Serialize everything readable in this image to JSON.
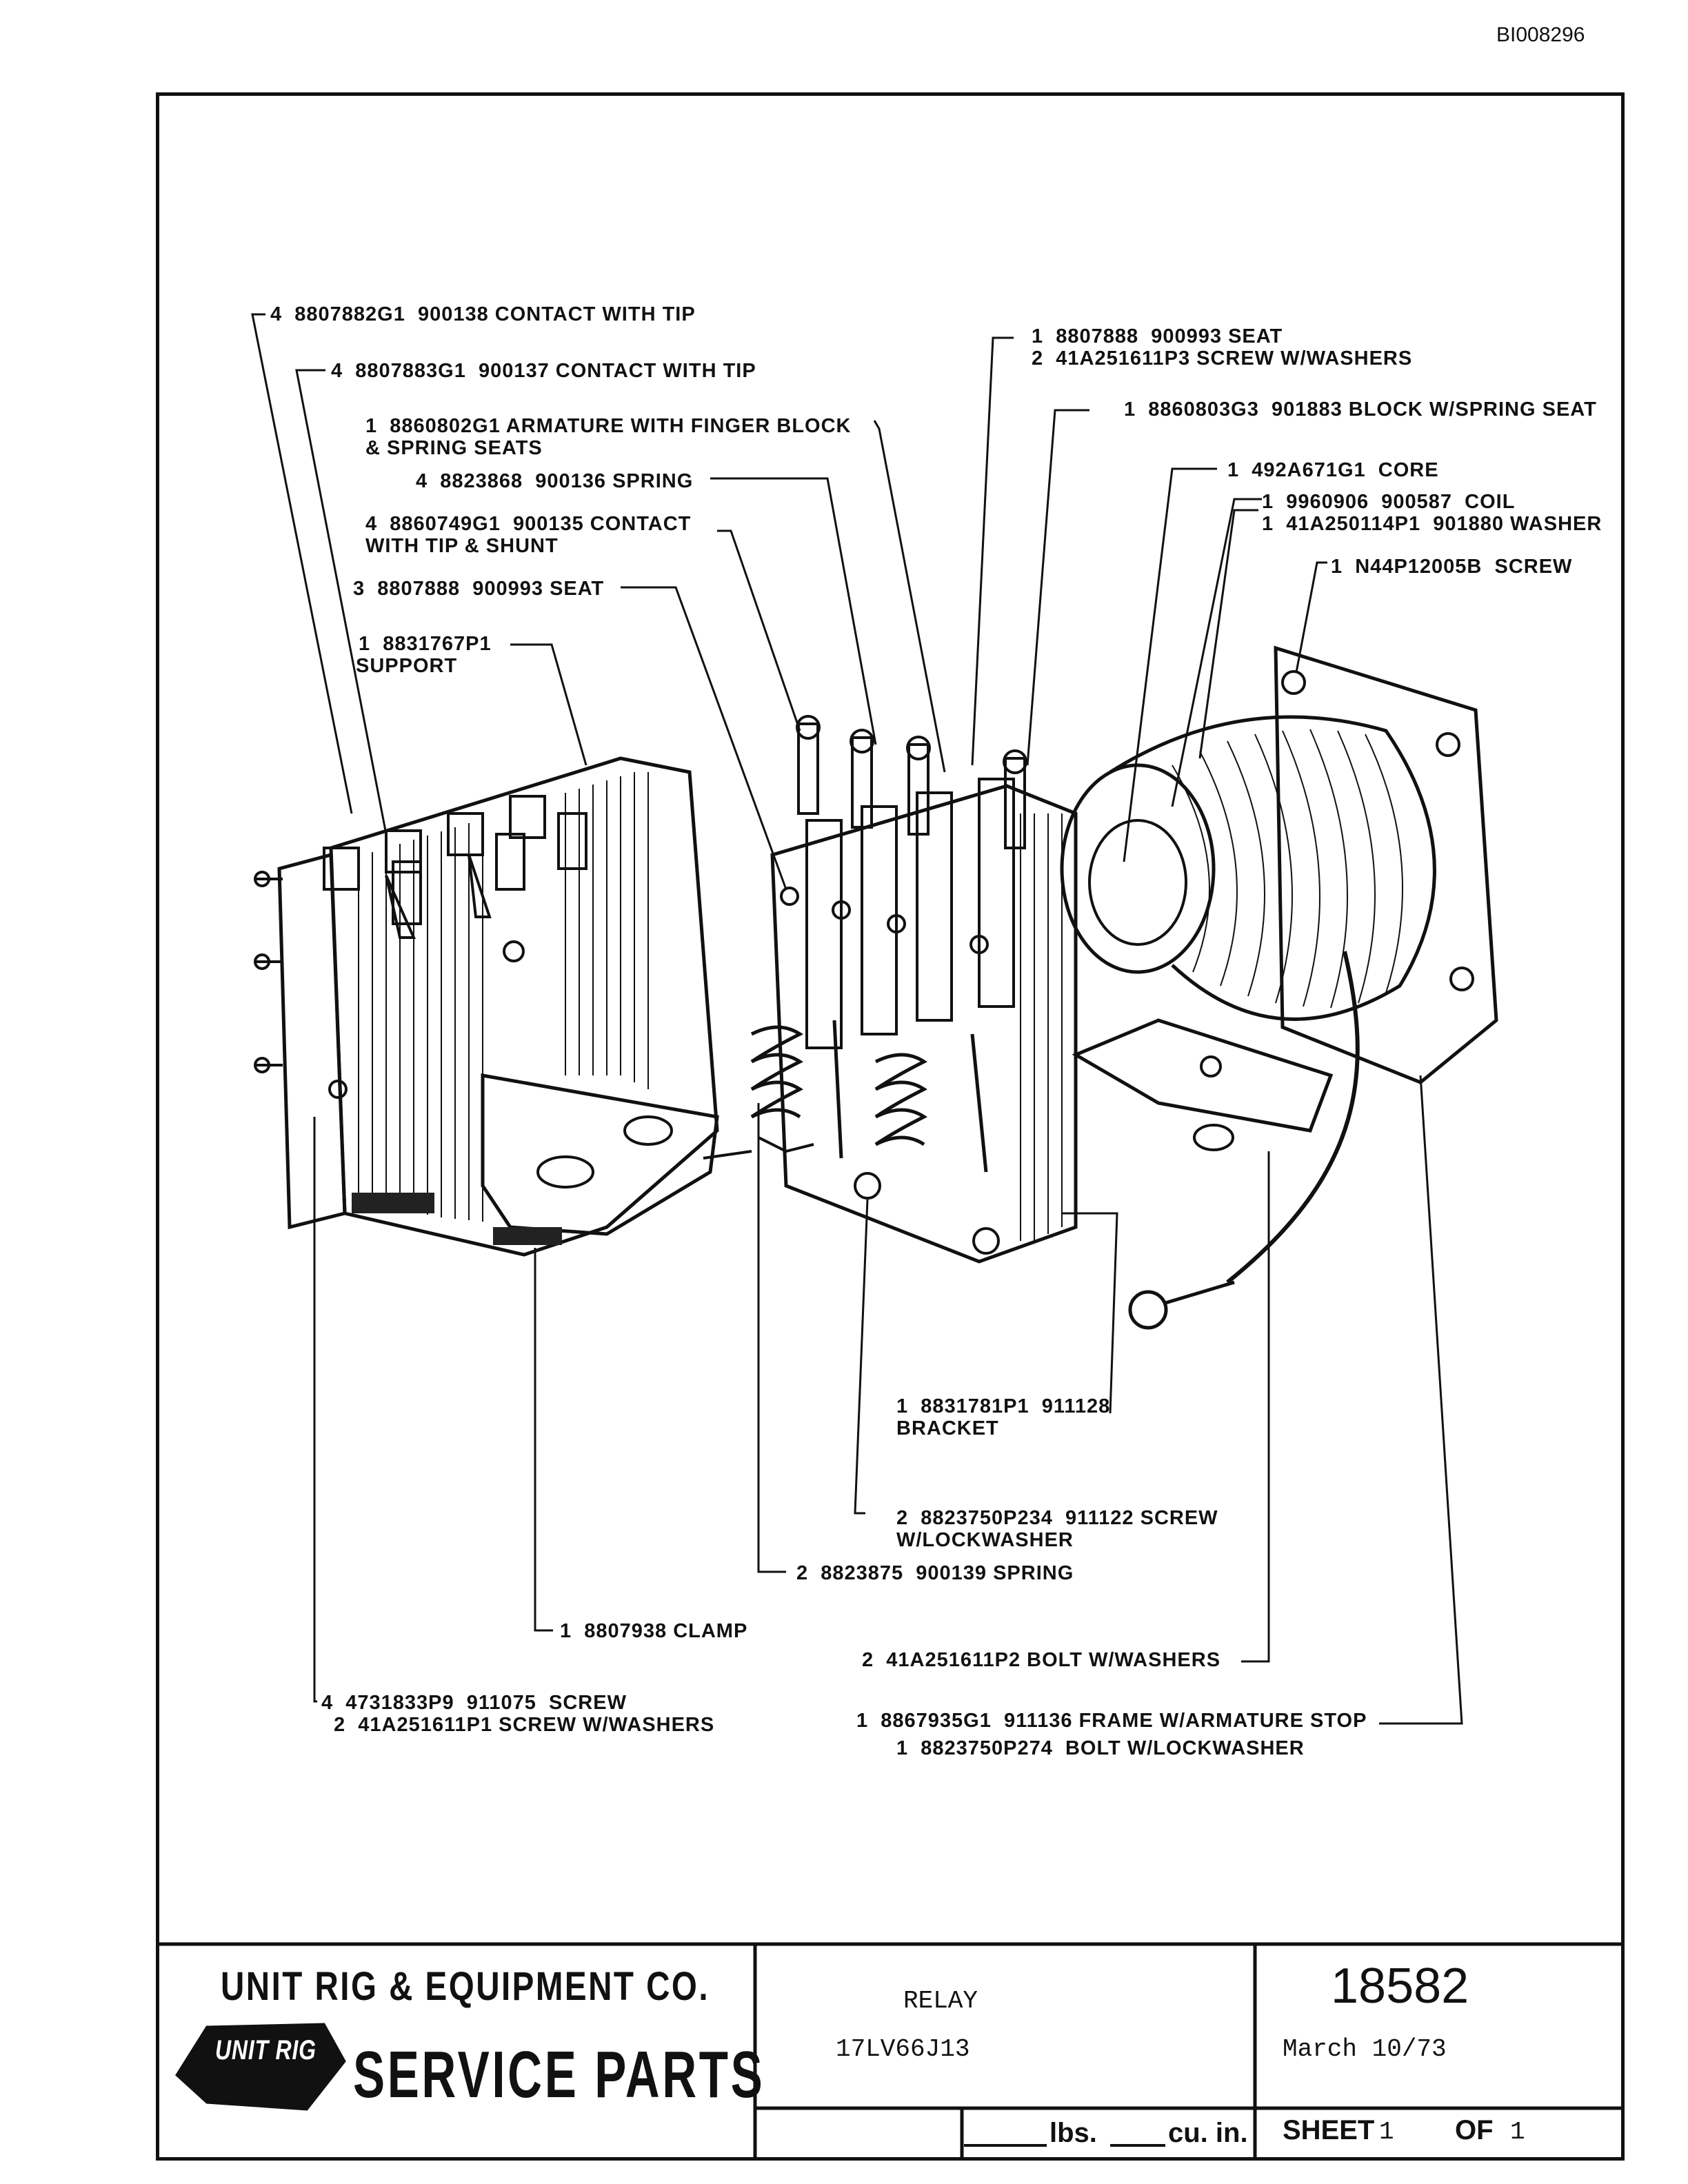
{
  "doc_id": "BI008296",
  "callouts": {
    "contact_tip_1": "4  8807882G1  900138 CONTACT WITH TIP",
    "contact_tip_2": "4  8807883G1  900137 CONTACT WITH TIP",
    "armature_1": "1  8860802G1 ARMATURE WITH FINGER BLOCK",
    "armature_2": "& SPRING SEATS",
    "spring": "4  8823868  900136 SPRING",
    "contact_shunt_1": "4  8860749G1  900135 CONTACT",
    "contact_shunt_2": "WITH TIP & SHUNT",
    "seat_3": "3  8807888  900993 SEAT",
    "support_1": "1  8831767P1",
    "support_2": "SUPPORT",
    "seat_top_1": "1  8807888  900993 SEAT",
    "seat_top_2": "2  41A251611P3 SCREW W/WASHERS",
    "block": "1  8860803G3  901883 BLOCK W/SPRING SEAT",
    "core": "1  492A671G1  CORE",
    "coil_1": "1  9960906  900587  COIL",
    "coil_2": "1  41A250114P1  901880 WASHER",
    "screw_n44": "1  N44P12005B  SCREW",
    "bracket_1": "1  8831781P1  911128",
    "bracket_2": "BRACKET",
    "screw_lock_1": "2  8823750P234  911122 SCREW",
    "screw_lock_2": "W/LOCKWASHER",
    "spring_2": "2  8823875  900139 SPRING",
    "clamp": "1  8807938 CLAMP",
    "bolt_washers": "2  41A251611P2 BOLT W/WASHERS",
    "screw_bottom_1": "4  4731833P9  911075  SCREW",
    "screw_bottom_2": "2  41A251611P1 SCREW W/WASHERS",
    "frame_1": "1  8867935G1  911136 FRAME W/ARMATURE STOP",
    "frame_2": "1  8823750P274  BOLT W/LOCKWASHER"
  },
  "title_block": {
    "company": "UNIT RIG & EQUIPMENT CO.",
    "logo_text": "UNIT RIG",
    "service": "SERVICE PARTS",
    "description": "RELAY",
    "model": "17LV66J13",
    "part_number": "18582",
    "date": "March 10/73",
    "lbs": "lbs.",
    "cu_in": "cu. in.",
    "sheet_label": "SHEET",
    "sheet_num": "1",
    "of_label": "OF",
    "sheet_total": "1"
  }
}
